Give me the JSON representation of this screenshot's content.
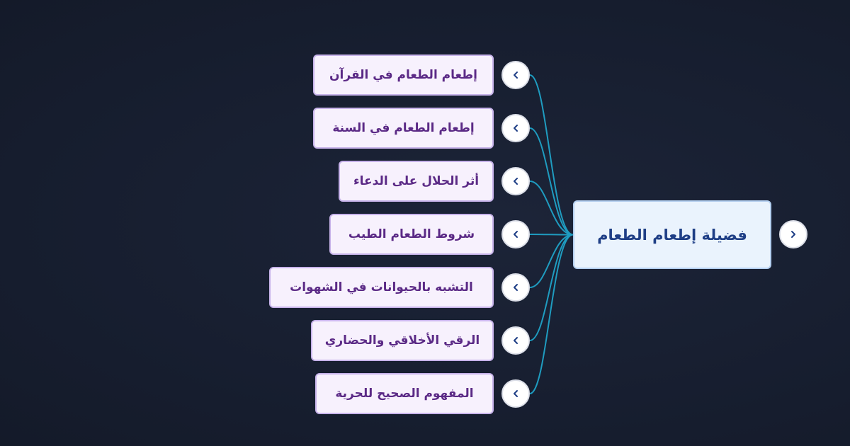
{
  "root": {
    "label": "فضيلة إطعام الطعام",
    "toggle_icon": "chevron-right-icon"
  },
  "branches": [
    {
      "label": "إطعام الطعام في القرآن",
      "toggle_icon": "chevron-left-icon"
    },
    {
      "label": "إطعام الطعام في السنة",
      "toggle_icon": "chevron-left-icon"
    },
    {
      "label": "أثر الحلال على الدعاء",
      "toggle_icon": "chevron-left-icon"
    },
    {
      "label": "شروط الطعام الطيب",
      "toggle_icon": "chevron-left-icon"
    },
    {
      "label": "التشبه بالحيوانات في الشهوات",
      "toggle_icon": "chevron-left-icon"
    },
    {
      "label": "الرقي الأخلاقي والحضاري",
      "toggle_icon": "chevron-left-icon"
    },
    {
      "label": "المفهوم الصحيح للحرية",
      "toggle_icon": "chevron-left-icon"
    }
  ],
  "colors": {
    "background": "#161d2e",
    "link": "#1f9cc0",
    "branch_fill": "#f7f1fd",
    "branch_border": "#c7b3ea",
    "branch_text": "#5b2a86",
    "root_fill": "#eaf3fd",
    "root_border": "#b4cff0",
    "root_text": "#1f3f86"
  }
}
